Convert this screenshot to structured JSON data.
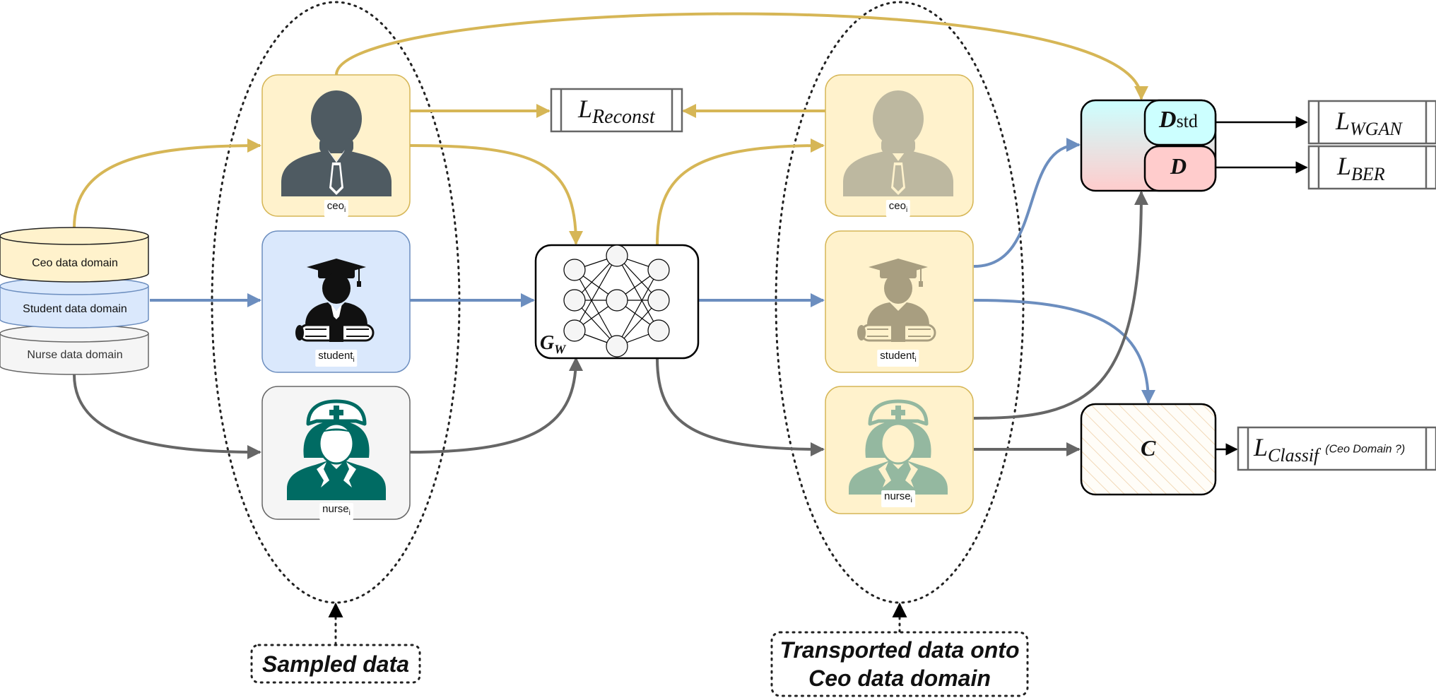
{
  "domains": {
    "ceo": "Ceo data domain",
    "student": "Student data domain",
    "nurse": "Nurse data domain"
  },
  "sampled": {
    "ceo_label": "ceo",
    "student_label": "student",
    "nurse_label": "nurse",
    "subscript": "i"
  },
  "generator": {
    "name": "G",
    "sub": "W"
  },
  "losses": {
    "reconst_main": "L",
    "reconst_sub": "Reconst",
    "wgan_main": "L",
    "wgan_sub": "WGAN",
    "ber_main": "L",
    "ber_sub": "BER",
    "classif_main": "L",
    "classif_sub": "Classif",
    "classif_note": "(Ceo Domain ?)"
  },
  "discriminators": {
    "dstd_main": "D",
    "dstd_sub": "std",
    "d": "D"
  },
  "classifier": "C",
  "annotations": {
    "sampled": "Sampled data",
    "transported_line1": "Transported data onto",
    "transported_line2": "Ceo data domain"
  },
  "colors": {
    "gold": "#d6b656",
    "blue": "#6c8ebf",
    "gray": "#666666",
    "ceo_fill": "#fff2cc",
    "student_fill": "#dae8fc",
    "nurse_fill": "#f5f5f5",
    "dstd_fill": "#ccffff",
    "d_fill": "#ffcccc",
    "ceo_icon": "#4f5b62",
    "nurse_icon": "#006b63",
    "faded_ceo": "#bdb8a0",
    "faded_student": "#a89e80",
    "faded_nurse": "#94b8a0"
  },
  "icons": [
    "ceo-icon",
    "graduate-icon",
    "nurse-icon",
    "neural-network-icon"
  ]
}
